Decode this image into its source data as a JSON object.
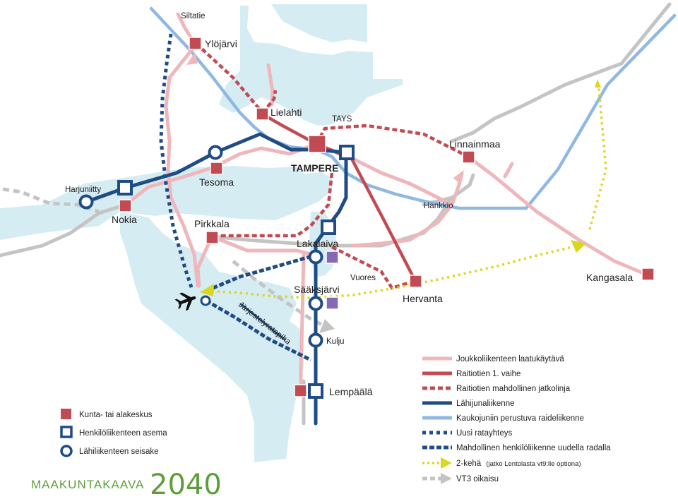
{
  "places": {
    "siltatie": "Siltatie",
    "ylojarvi": "Ylöjärvi",
    "lielahti": "Lielahti",
    "tays": "TAYS",
    "tampere": "TAMPERE",
    "linnainmaa": "Linnainmaa",
    "harjuniitty": "Harjuniitty",
    "tesoma": "Tesoma",
    "nokia": "Nokia",
    "pirkkala": "Pirkkala",
    "hankkio": "Hankkio",
    "lakalaiva": "Lakalaiva",
    "vuores": "Vuores",
    "hervanta": "Hervanta",
    "kangasala": "Kangasala",
    "saaksjarvi": "Sääksjärvi",
    "jarjestelyratapiha": "Järjestelyratapiha",
    "kulju": "Kulju",
    "lempaala": "Lempäälä"
  },
  "legend_left": [
    {
      "symbol": "kunta-square",
      "label": "Kunta- tai alakeskus"
    },
    {
      "symbol": "asema-square",
      "label": "Henkilöliikenteen asema"
    },
    {
      "symbol": "seisake-circle",
      "label": "Lähiliikenteen seisake"
    }
  ],
  "legend_right": [
    {
      "symbol": "line-pink",
      "label": "Joukkoliikenteen laatukäytävä"
    },
    {
      "symbol": "line-red",
      "label": "Raitiotien 1. vaihe"
    },
    {
      "symbol": "line-red-dashed",
      "label": "Raitiotien mahdollinen jatkolinja"
    },
    {
      "symbol": "line-darkblue",
      "label": "Lähijunaliikenne"
    },
    {
      "symbol": "line-lightblue",
      "label": "Kaukojuniin perustuva raideliikenne"
    },
    {
      "symbol": "line-darkblue-dotted",
      "label": "Uusi ratayhteys"
    },
    {
      "symbol": "line-darkblue-dashed",
      "label": "Mahdollinen henkilöliikenne uudella radalla"
    },
    {
      "symbol": "line-yellow-arrow",
      "label": "2-kehä",
      "note": "(jatko Lentolasta vt9:lle optiona)"
    },
    {
      "symbol": "line-grey-arrow",
      "label": "VT3 oikaisu"
    }
  ],
  "brand": {
    "text": "MAAKUNTAKAAVA",
    "year": "2040"
  },
  "colors": {
    "water": "#d6ecf3",
    "pink": "#efb6bb",
    "red": "#c24b53",
    "darkblue": "#1f4c85",
    "lightblue": "#8fb9e2",
    "grey": "#c4c4c4",
    "yellow": "#d9d720",
    "purple": "#8569b2",
    "brand_green": "#5e9e3a"
  }
}
